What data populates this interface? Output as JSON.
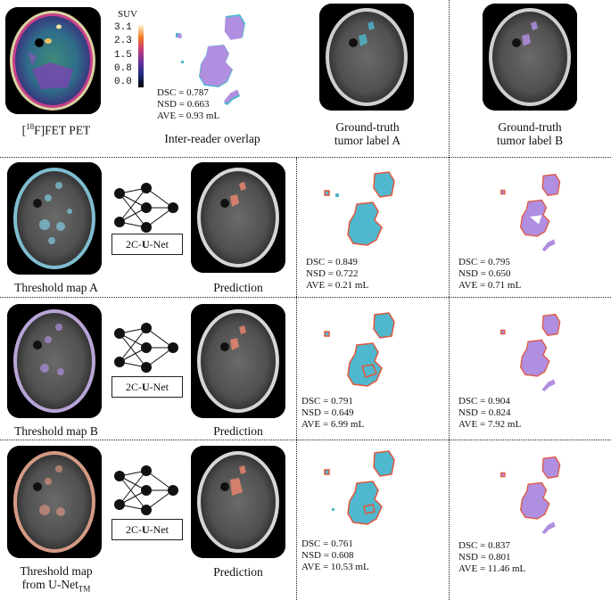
{
  "colors": {
    "reader_a": "#4fb8cf",
    "reader_b": "#b08ee0",
    "prediction_outline": "#e2553a",
    "overlap": "#9fa5e6"
  },
  "top": {
    "pet_label_pre": "[",
    "pet_label_sup": "18",
    "pet_label_post": "F]FET PET",
    "suv_label": "SUV",
    "suv_ticks": [
      "3.1",
      "2.3",
      "1.5",
      "0.8",
      "0.0"
    ],
    "overlap_label": "Inter-reader overlap",
    "overlap_metrics": [
      "DSC = 0.787",
      "NSD = 0.663",
      "AVE = 0.93 mL"
    ],
    "gt_a_label": [
      "Ground-truth",
      "tumor label A"
    ],
    "gt_b_label": [
      "Ground-truth",
      "tumor label B"
    ]
  },
  "rows": [
    {
      "input_label": "Threshold map A",
      "net_label_pre": "2C-",
      "net_label_bold": "U",
      "net_label_post": "-Net",
      "pred_label": "Prediction",
      "metrics_a": [
        "DSC = 0.849",
        "NSD = 0.722",
        "AVE = 0.21 mL"
      ],
      "metrics_b": [
        "DSC = 0.795",
        "NSD = 0.650",
        "AVE = 0.71 mL"
      ]
    },
    {
      "input_label": "Threshold map B",
      "net_label_pre": "2C-",
      "net_label_bold": "U",
      "net_label_post": "-Net",
      "pred_label": "Prediction",
      "metrics_a": [
        "DSC = 0.791",
        "NSD = 0.649",
        "AVE = 6.99 mL"
      ],
      "metrics_b": [
        "DSC = 0.904",
        "NSD = 0.824",
        "AVE = 7.92 mL"
      ]
    },
    {
      "input_label": "Threshold map",
      "input_label2_pre": "from U-Net",
      "input_label2_sub": "TM",
      "net_label_pre": "2C-",
      "net_label_bold": "U",
      "net_label_post": "-Net",
      "pred_label": "Prediction",
      "metrics_a": [
        "DSC = 0.761",
        "NSD = 0.608",
        "AVE = 10.53 mL"
      ],
      "metrics_b": [
        "DSC = 0.837",
        "NSD = 0.801",
        "AVE = 11.46 mL"
      ]
    }
  ]
}
